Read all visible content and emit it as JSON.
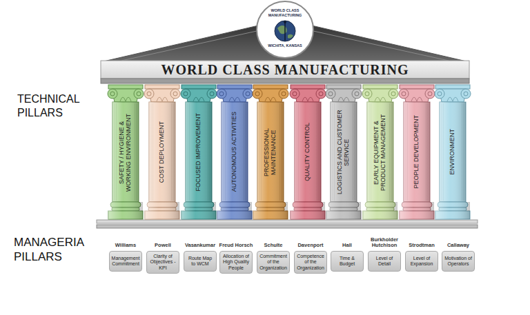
{
  "diagram": {
    "title": "WORLD CLASS MANUFACTURING",
    "nodes": [
      {
        "text": [
          "WORLD CLASS MANUFACTURING",
          "WICHITA, KANSAS"
        ]
      },
      {
        "text": [
          "SAFETY / HYGIENE & WORKING ENVIRONMENT"
        ]
      },
      {
        "text": [
          "COST DEPLOYMENT"
        ]
      },
      {
        "text": [
          "FOCUSED IMPROVEMENT"
        ]
      },
      {
        "text": [
          "AUTONOMOUS ACTIVITIES"
        ]
      },
      {
        "text": [
          "PROFESSIONAL MAINTENANCE"
        ]
      },
      {
        "text": [
          "QUALITY CONTROL"
        ]
      },
      {
        "text": [
          "LOGISTICS AND CUSTOMER SERVICE"
        ]
      },
      {
        "text": [
          "EARLY EQUIPMENT & PRODUCT MANAGEMENT"
        ]
      },
      {
        "text": [
          "PEOPLE DEVELOPMENT"
        ]
      },
      {
        "text": [
          "ENVIRONMENT"
        ]
      },
      {
        "text": [
          "Williams",
          "Management Commitment"
        ]
      },
      {
        "text": [
          "Powell",
          "Clarity of Objectives - KPI"
        ]
      },
      {
        "text": [
          "Vasankumar",
          "Route Map to WCM"
        ]
      },
      {
        "text": [
          "Freud Horsch",
          "Allocation of High Quality People"
        ]
      },
      {
        "text": [
          "Schulte",
          "Commitment of the Organization"
        ]
      },
      {
        "text": [
          "Davenport",
          "Competence of the Organization"
        ]
      },
      {
        "text": [
          "Hall",
          "Time & Budget"
        ]
      },
      {
        "text": [
          "Burkholder Hutchison",
          "Level of Detail"
        ]
      },
      {
        "text": [
          "Strodtman",
          "Level of Expansion"
        ]
      },
      {
        "text": [
          "Callaway",
          "Motivation of Operators"
        ]
      }
    ],
    "labels": [
      "TECHNICAL PILLARS",
      "MANAGERIA PILLARS"
    ]
  }
}
